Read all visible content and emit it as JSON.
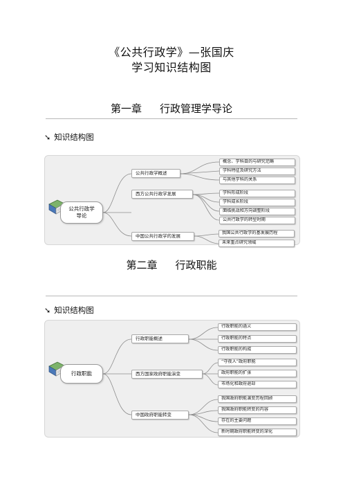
{
  "header": {
    "title_line1": "《公共行政学》—张国庆",
    "title_line2": "学习知识结构图"
  },
  "chapters": [
    {
      "label": "第一章",
      "title": "行政管理学导论",
      "section_label": "知识结构图",
      "map": {
        "root": [
          "公共行政学",
          "导论"
        ],
        "branches": [
          {
            "label": "公共行政学概述",
            "leaves": [
              "概念、学科目的与研究范畴",
              "学科特征及研究方法",
              "与其他学科的关系"
            ]
          },
          {
            "label": "西方公共行政学发展",
            "leaves": [
              "学科形成阶段",
              "学科成长阶段",
              "面临挑战和方向调整阶段",
              "公共行政学的转型时期"
            ]
          },
          {
            "label": "中国公共行政学的发展",
            "leaves": [
              "我国公共行政学的基发展历程",
              "未来重点研究领域"
            ]
          }
        ]
      }
    },
    {
      "label": "第二章",
      "title": "行政职能",
      "section_label": "知识结构图",
      "map": {
        "root": [
          "行政职能"
        ],
        "branches": [
          {
            "label": "行政职能概述",
            "leaves": [
              "行政职能的涵义",
              "行政职能的特点",
              "行政职能的构成"
            ]
          },
          {
            "label": "西方国家政府职能演变",
            "leaves": [
              "“守夜人”政府职能",
              "政府职能的扩张",
              "市场化和政府退却"
            ]
          },
          {
            "label": "中国政府职能转变",
            "leaves": [
              "我国政府职能演变历程回顾",
              "我国政府职能转变的内容",
              "存在的主要问题",
              "新时期政府职能转变的深化"
            ]
          }
        ]
      }
    }
  ],
  "colors": {
    "panel_bg": "#efefef",
    "node_border": "#a8a8a8",
    "connector": "#8c8c8c",
    "book_green": "#5f9a4b",
    "book_blue": "#4a78b8"
  }
}
